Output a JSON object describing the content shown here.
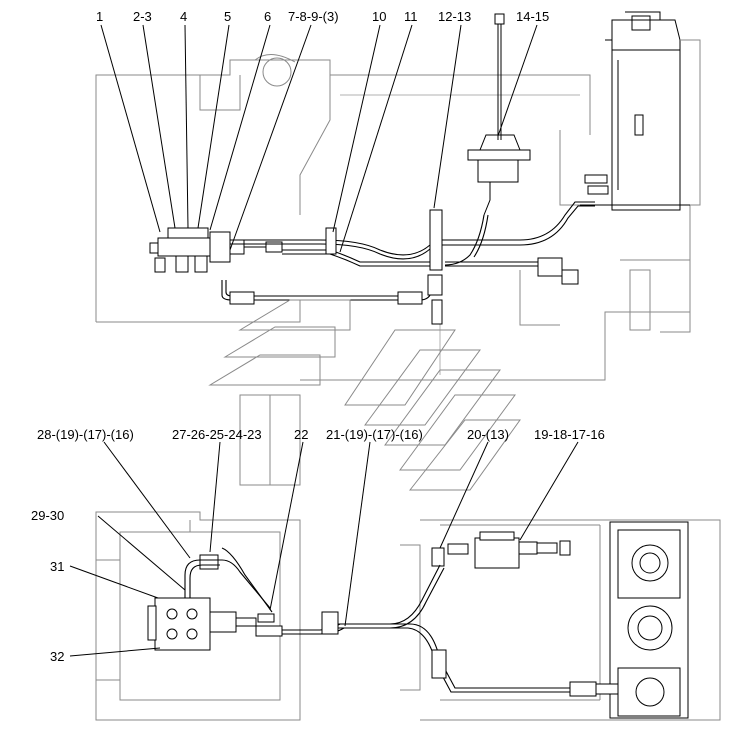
{
  "top_callouts": [
    "1",
    "2-3",
    "4",
    "5",
    "6",
    "7-8-9-(3)",
    "10",
    "11",
    "12-13",
    "14-15"
  ],
  "bottom_callouts": [
    "28-(19)-(17)-(16)",
    "27-26-25-24-23",
    "22",
    "21-(19)-(17)-(16)",
    "20-(13)",
    "19-18-17-16"
  ],
  "side_callouts": [
    "29-30",
    "31",
    "32"
  ]
}
